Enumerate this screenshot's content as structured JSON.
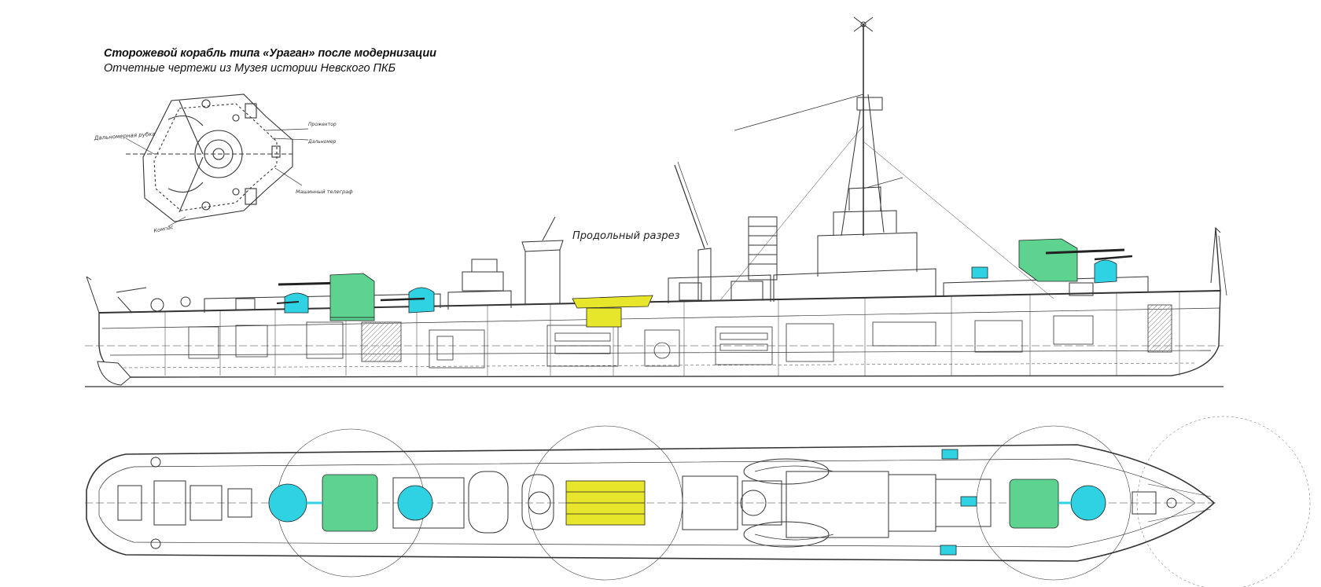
{
  "header": {
    "title": "Сторожевой корабль типа «Ураган» после модернизации",
    "subtitle": "Отчетные чертежи из Музея истории Невского ПКБ"
  },
  "colors": {
    "line": "#333333",
    "gun_shield": "#5ed28f",
    "gun_mount": "#2fd2e2",
    "torpedo_tubes": "#e8e62a",
    "background": "#ffffff"
  },
  "drawings": {
    "profile_label": "Продольный разрез",
    "bridge_plan_labels": [
      "Дальномерная рубка",
      "Прожектор",
      "Дальномер",
      "Машинный телеграф",
      "Компас"
    ]
  }
}
